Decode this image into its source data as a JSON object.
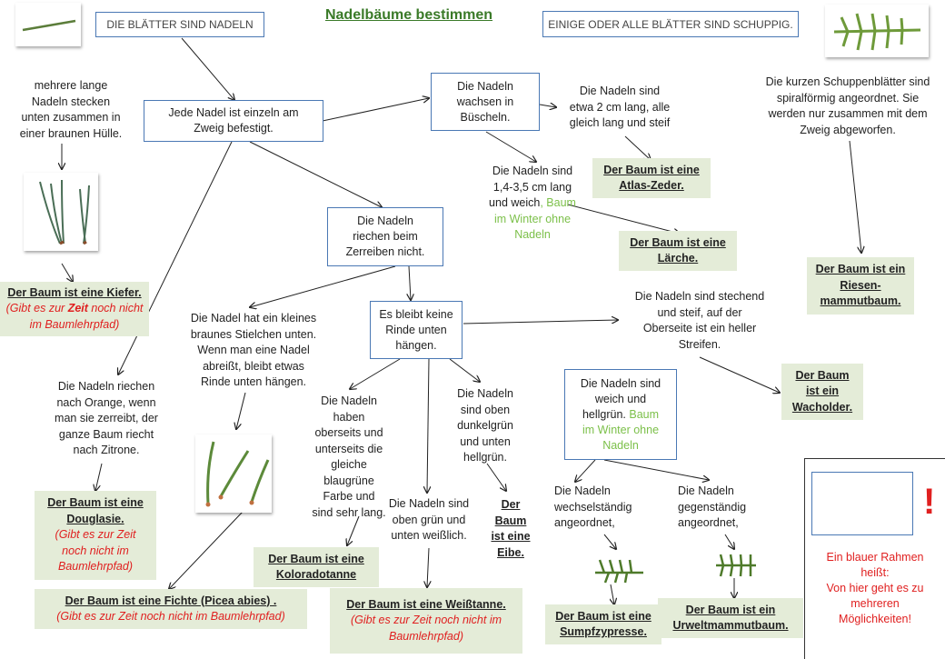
{
  "title": "Nadelbäume bestimmen",
  "header_left": "DIE BLÄTTER SIND NADELN",
  "header_right": "EINIGE ODER ALLE BLÄTTER SIND SCHUPPIG.",
  "nodes": {
    "hülle": [
      "mehrere lange",
      "Nadeln stecken",
      "unten zusammen in",
      "einer braunen Hülle."
    ],
    "einzeln": [
      "Jede Nadel ist einzeln am",
      "Zweig befestigt."
    ],
    "bueschel": [
      "Die Nadeln",
      "wachsen in",
      "Büscheln."
    ],
    "zeder_text": [
      "Die Nadeln sind",
      "etwa 2 cm lang, alle",
      "gleich lang und steif"
    ],
    "laerche_text_1": [
      "Die Nadeln sind",
      "1,4-3,5 cm lang"
    ],
    "laerche_text_2": "und weich",
    "laerche_text_green_1": ", Baum",
    "laerche_text_green_2": [
      "im Winter ohne",
      "Nadeln"
    ],
    "schuppen": [
      "Die kurzen Schuppenblätter sind",
      "spiralförmig angeordnet. Sie",
      "werden nur zusammen mit dem",
      "Zweig abgeworfen."
    ],
    "riechen": [
      "Die Nadeln",
      "riechen beim",
      "Zerreiben nicht."
    ],
    "stielchen": [
      "Die Nadel hat ein kleines",
      "braunes Stielchen unten.",
      "Wenn man eine Nadel",
      "abreißt, bleibt etwas",
      "Rinde unten hängen."
    ],
    "keine_rinde": [
      "Es bleibt keine",
      "Rinde unten",
      "hängen."
    ],
    "stechend": [
      "Die Nadeln sind stechend",
      "und steif, auf der",
      "Oberseite ist ein heller",
      "Streifen."
    ],
    "orange": [
      "Die Nadeln riechen",
      "nach Orange, wenn",
      "man sie zerreibt, der",
      "ganze Baum riecht",
      "nach Zitrone."
    ],
    "blaugruen": [
      "Die Nadeln",
      "haben",
      "oberseits und",
      "unterseits die",
      "gleiche",
      "blaugrüne",
      "Farbe und",
      "sind sehr lang."
    ],
    "dunkelgruen": [
      "Die Nadeln",
      "sind oben",
      "dunkelgrün",
      "und unten",
      "hellgrün."
    ],
    "weich_text": [
      "Die Nadeln sind",
      "weich und"
    ],
    "weich_text_2": "hellgrün.",
    "weich_green_1": "Baum",
    "weich_green_2": [
      "im Winter ohne",
      "Nadeln"
    ],
    "weisslich": [
      "Die Nadeln sind",
      "oben grün und",
      "unten weißlich."
    ],
    "wechsel": [
      "Die Nadeln",
      "wechselständig",
      "angeordnet,"
    ],
    "gegen": [
      "Die Nadeln",
      "gegenständig",
      "angeordnet,"
    ]
  },
  "results": {
    "kiefer": "Der Baum ist eine Kiefer.",
    "kiefer_note_1": "(Gibt es zur ",
    "kiefer_note_bold": "Zeit",
    "kiefer_note_2": " noch nicht",
    "kiefer_note_3": "im Baumlehrpfad)",
    "zeder": [
      "Der Baum ist eine",
      "Atlas-Zeder."
    ],
    "laerche": [
      "Der Baum ist eine",
      "Lärche."
    ],
    "mammut": [
      "Der Baum ist ein",
      "Riesen-",
      "mammutbaum."
    ],
    "wacholder": [
      "Der Baum",
      "ist ein",
      "Wacholder."
    ],
    "douglasie": [
      "Der Baum ist eine",
      "Douglasie."
    ],
    "douglasie_note": [
      "(Gibt es zur Zeit",
      "noch nicht im",
      "Baumlehrpfad)"
    ],
    "eibe": [
      "Der",
      "Baum",
      "ist eine",
      "Eibe."
    ],
    "kolorado": [
      "Der Baum ist eine",
      "Koloradotanne"
    ],
    "fichte": "Der Baum ist eine Fichte (Picea abies) .",
    "fichte_note": "(Gibt es zur Zeit noch nicht im Baumlehrpfad)",
    "weisstanne": "Der Baum ist eine Weißtanne.",
    "weisstanne_note": [
      "(Gibt es zur Zeit noch nicht im",
      "Baumlehrpfad)"
    ],
    "sumpf": [
      "Der Baum ist eine",
      "Sumpfzypresse."
    ],
    "urwelt": [
      "Der Baum ist ein",
      "Urweltmammutbaum."
    ]
  },
  "legend": {
    "mark": "!",
    "lines": [
      "Ein blauer Rahmen",
      "heißt:",
      "Von hier geht es zu",
      "mehreren",
      "Möglichkeiten!"
    ]
  },
  "colors": {
    "box_border": "#4a78b4",
    "result_bg": "#e4ecd8",
    "note_red": "#e02020",
    "light_green": "#7cc04a",
    "title_green": "#3a7a28"
  }
}
